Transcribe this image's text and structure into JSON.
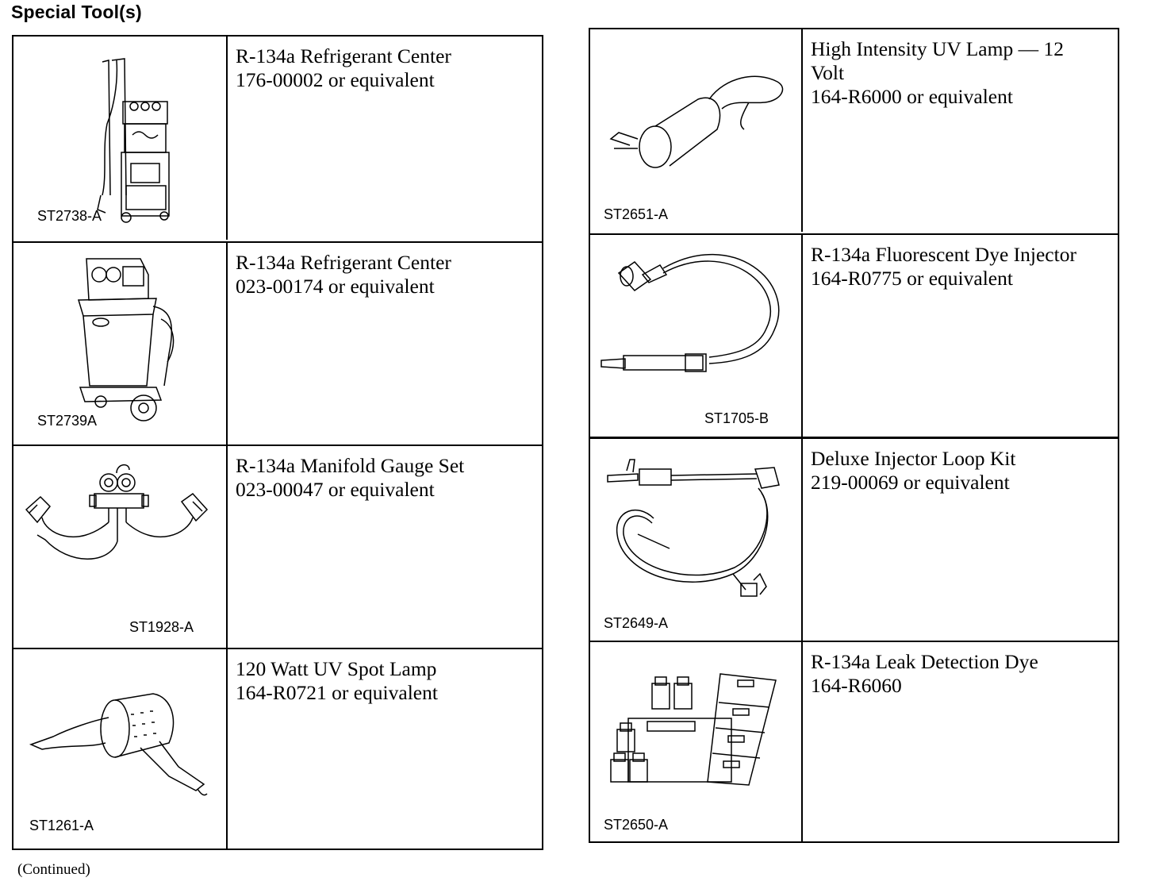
{
  "heading": "Special Tool(s)",
  "left_tools": [
    {
      "code": "ST2738-A",
      "name": "R-134a Refrigerant Center",
      "number": "176-00002 or equivalent",
      "illustration": "refrigerant-center-cart"
    },
    {
      "code": "ST2739A",
      "name": "R-134a Refrigerant Center",
      "number": "023-00174 or equivalent",
      "illustration": "refrigerant-center-cabinet"
    },
    {
      "code": "ST1928-A",
      "name": "R-134a Manifold Gauge Set",
      "number": "023-00047 or equivalent",
      "illustration": "manifold-gauge-set"
    },
    {
      "code": "ST1261-A",
      "name": "120 Watt UV Spot Lamp",
      "number": "164-R0721 or equivalent",
      "illustration": "uv-spot-lamp"
    }
  ],
  "right_tools": [
    {
      "code": "ST2651-A",
      "name": "High Intensity UV Lamp — 12",
      "name2": "Volt",
      "number": "164-R6000 or equivalent",
      "illustration": "uv-lamp-12v"
    },
    {
      "code": "ST1705-B",
      "name": "R-134a Fluorescent Dye Injector",
      "number": "164-R0775 or equivalent",
      "illustration": "dye-injector"
    },
    {
      "code": "ST2649-A",
      "name": "Deluxe Injector Loop Kit",
      "number": "219-00069 or equivalent",
      "illustration": "injector-loop-kit"
    },
    {
      "code": "ST2650-A",
      "name": "R-134a Leak Detection Dye",
      "number": "164-R6060",
      "illustration": "leak-detection-dye-kit"
    }
  ],
  "footer": "(Continued)"
}
